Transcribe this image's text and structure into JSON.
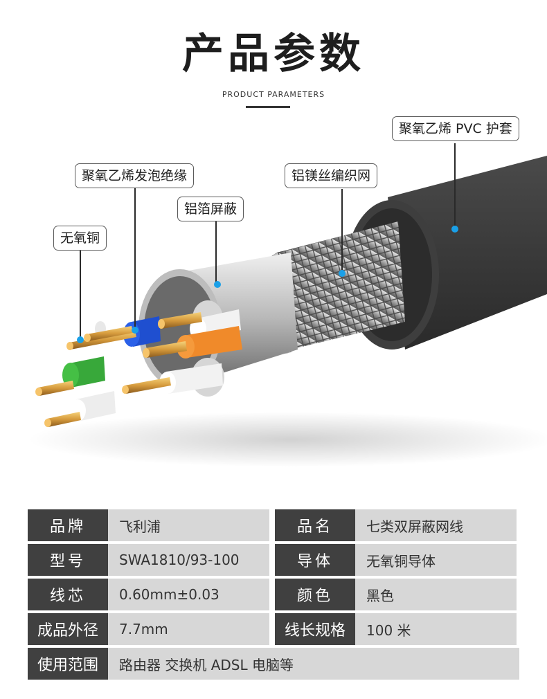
{
  "header": {
    "title": "产品参数",
    "subtitle": "PRODUCT PARAMETERS"
  },
  "labels": {
    "pvc_jacket": "聚氧乙烯 PVC 护套",
    "foam_insulation": "聚氧乙烯发泡绝缘",
    "braid": "铝镁丝编织网",
    "foil": "铝箔屏蔽",
    "copper": "无氧铜"
  },
  "specs": {
    "brand_k": "品牌",
    "brand_v": "飞利浦",
    "name_k": "品名",
    "name_v": "七类双屏蔽网线",
    "model_k": "型号",
    "model_v": "SWA1810/93-100",
    "conductor_k": "导体",
    "conductor_v": "无氧铜导体",
    "core_k": "线芯",
    "core_v": "0.60mm±0.03",
    "color_k": "颜色",
    "color_v": "黑色",
    "diameter_k": "成品外径",
    "diameter_v": "7.7mm",
    "length_k": "线长规格",
    "length_v": "100 米",
    "usage_k": "使用范围",
    "usage_v": "路由器 交换机 ADSL 电脑等"
  },
  "colors": {
    "header_cell": "#404040",
    "value_cell": "#d7d7d7",
    "dot": "#1aa0e8"
  }
}
